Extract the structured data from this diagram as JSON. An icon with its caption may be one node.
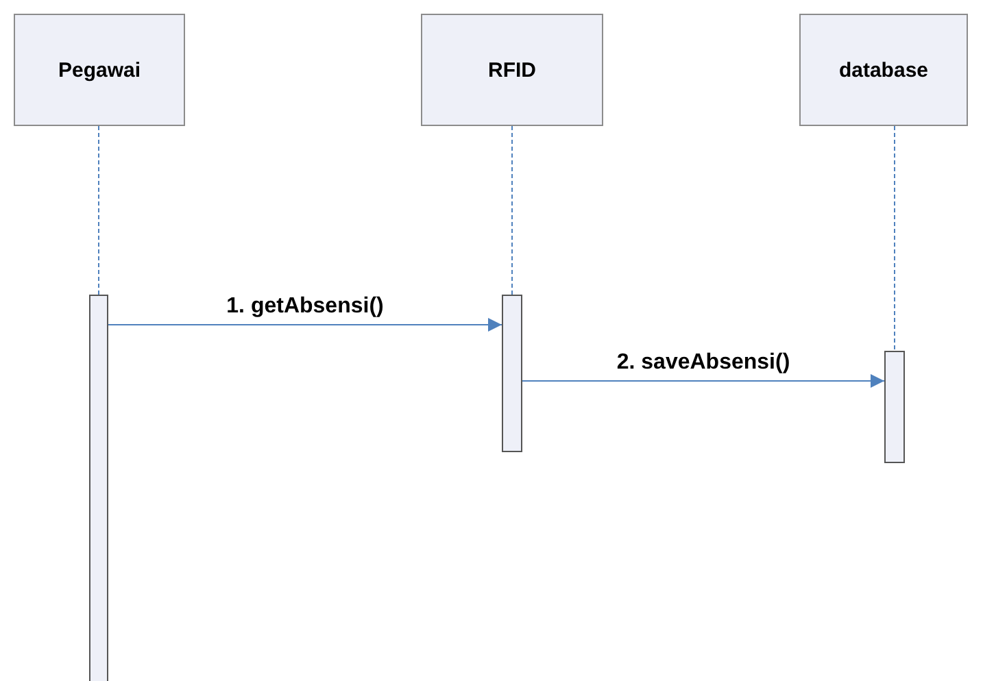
{
  "diagram": {
    "nodes": [
      {
        "text": [
          "Pegawai"
        ]
      },
      {
        "text": [
          "RFID"
        ]
      },
      {
        "text": [
          "database"
        ]
      },
      {
        "text": [],
        "shape": "bar"
      },
      {
        "text": [],
        "shape": "bar"
      },
      {
        "text": [],
        "shape": "bar"
      }
    ],
    "edges": [
      {
        "from": 0,
        "to": 3,
        "arrow": "none",
        "style": "dashed"
      },
      {
        "from": 1,
        "to": 4,
        "arrow": "none",
        "style": "dashed"
      },
      {
        "from": 2,
        "to": 5,
        "arrow": "none",
        "style": "dashed"
      },
      {
        "from": 3,
        "to": 4,
        "arrow": "to",
        "label": "1. getAbsensi()"
      },
      {
        "from": 4,
        "to": 5,
        "arrow": "to",
        "label": "2. saveAbsensi()"
      }
    ]
  }
}
